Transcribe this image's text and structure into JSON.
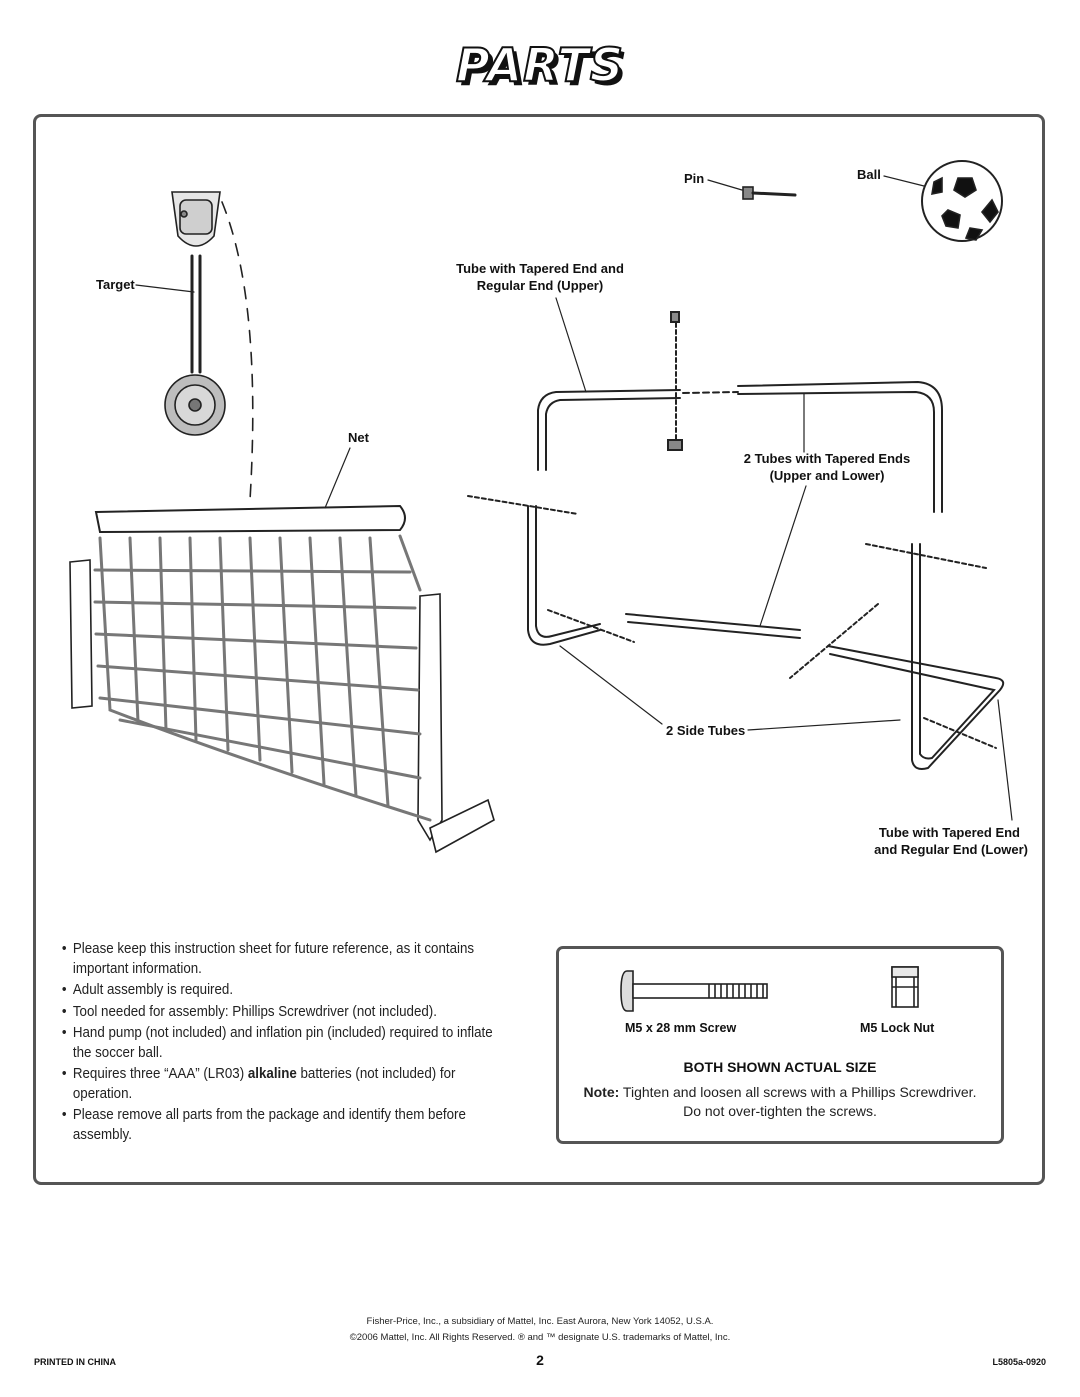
{
  "title": "PARTS",
  "labels": {
    "pin": "Pin",
    "ball": "Ball",
    "target": "Target",
    "tube_upper_1": "Tube with Tapered End and",
    "tube_upper_2": "Regular End (Upper)",
    "net": "Net",
    "tubes_tapered_1": "2 Tubes with Tapered Ends",
    "tubes_tapered_2": "(Upper and Lower)",
    "side_tubes": "2 Side Tubes",
    "tube_lower_1": "Tube with Tapered End",
    "tube_lower_2": "and Regular End (Lower)"
  },
  "instructions": [
    {
      "pre": "Please keep this instruction sheet for future reference, as it contains important information.",
      "bold": "",
      "post": ""
    },
    {
      "pre": "Adult assembly is required.",
      "bold": "",
      "post": ""
    },
    {
      "pre": "Tool needed for assembly: Phillips Screwdriver (not included).",
      "bold": "",
      "post": ""
    },
    {
      "pre": "Hand pump (not included) and inflation pin (included) required to inflate the soccer ball.",
      "bold": "",
      "post": ""
    },
    {
      "pre": "Requires three “AAA” (LR03) ",
      "bold": "alkaline",
      "post": " batteries (not included) for operation."
    },
    {
      "pre": "Please remove all parts from the package and identify them before assembly.",
      "bold": "",
      "post": ""
    }
  ],
  "hardware": {
    "screw_label": "M5 x 28 mm Screw",
    "nut_label": "M5 Lock Nut",
    "heading": "BOTH SHOWN ACTUAL SIZE",
    "note_label": "Note:",
    "note_text": " Tighten and loosen all screws with a Phillips Screwdriver.",
    "note_text2": "Do not over-tighten the screws."
  },
  "footer": {
    "line1": "Fisher-Price, Inc., a subsidiary of Mattel, Inc. East Aurora, New York 14052, U.S.A.",
    "line2": "©2006 Mattel, Inc. All Rights Reserved. ® and ™ designate U.S. trademarks of Mattel, Inc.",
    "printed": "PRINTED IN CHINA",
    "page": "2",
    "code": "L5805a-0920"
  }
}
